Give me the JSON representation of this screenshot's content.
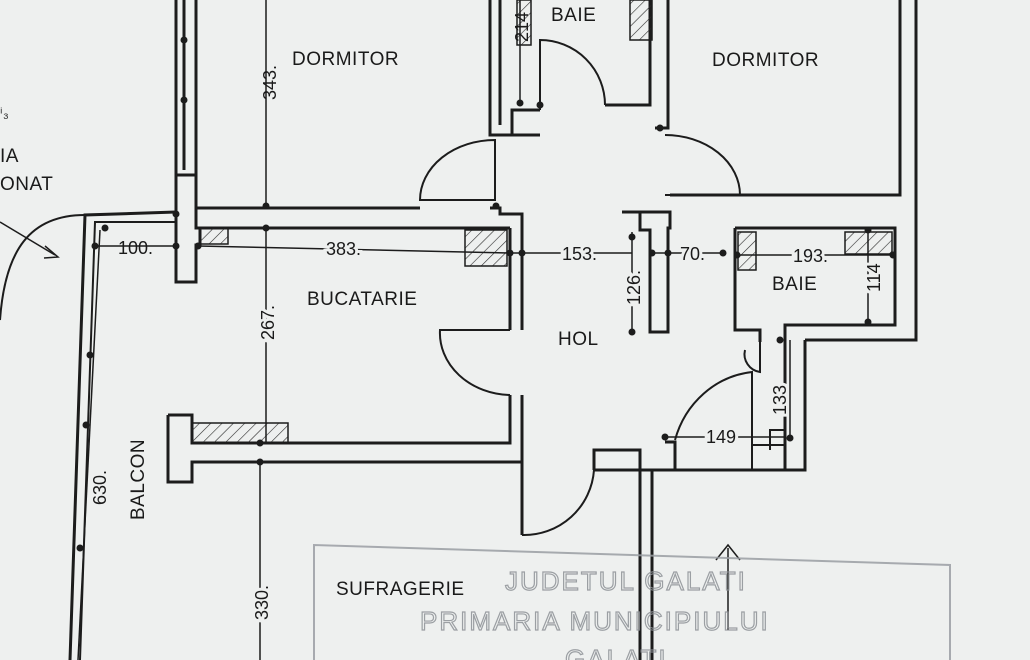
{
  "rooms": {
    "dormitor_left": "DORMITOR",
    "dormitor_right": "DORMITOR",
    "baie_top": "BAIE",
    "baie_right": "BAIE",
    "bucatarie": "BUCATARIE",
    "hol": "HOL",
    "balcon": "BALCON",
    "sufragerie": "SUFRAGERIE"
  },
  "dimensions": {
    "d343": "343.",
    "d214": "214",
    "d100": "100.",
    "d383": "383.",
    "d153": "153.",
    "d126": "126.",
    "d70": "70.",
    "d193": "193.",
    "d114": "114",
    "d267": "267.",
    "d133": "133",
    "d149": "149",
    "d630": "630.",
    "d330": "330."
  },
  "edge_text": {
    "line1": "ⁱ₃",
    "line2": "IA",
    "line3": "ONAT"
  },
  "stamp": {
    "line1": "JUDETUL GALATI",
    "line2": "PRIMARIA MUNICIPIULUI",
    "line3": "GALATI"
  }
}
